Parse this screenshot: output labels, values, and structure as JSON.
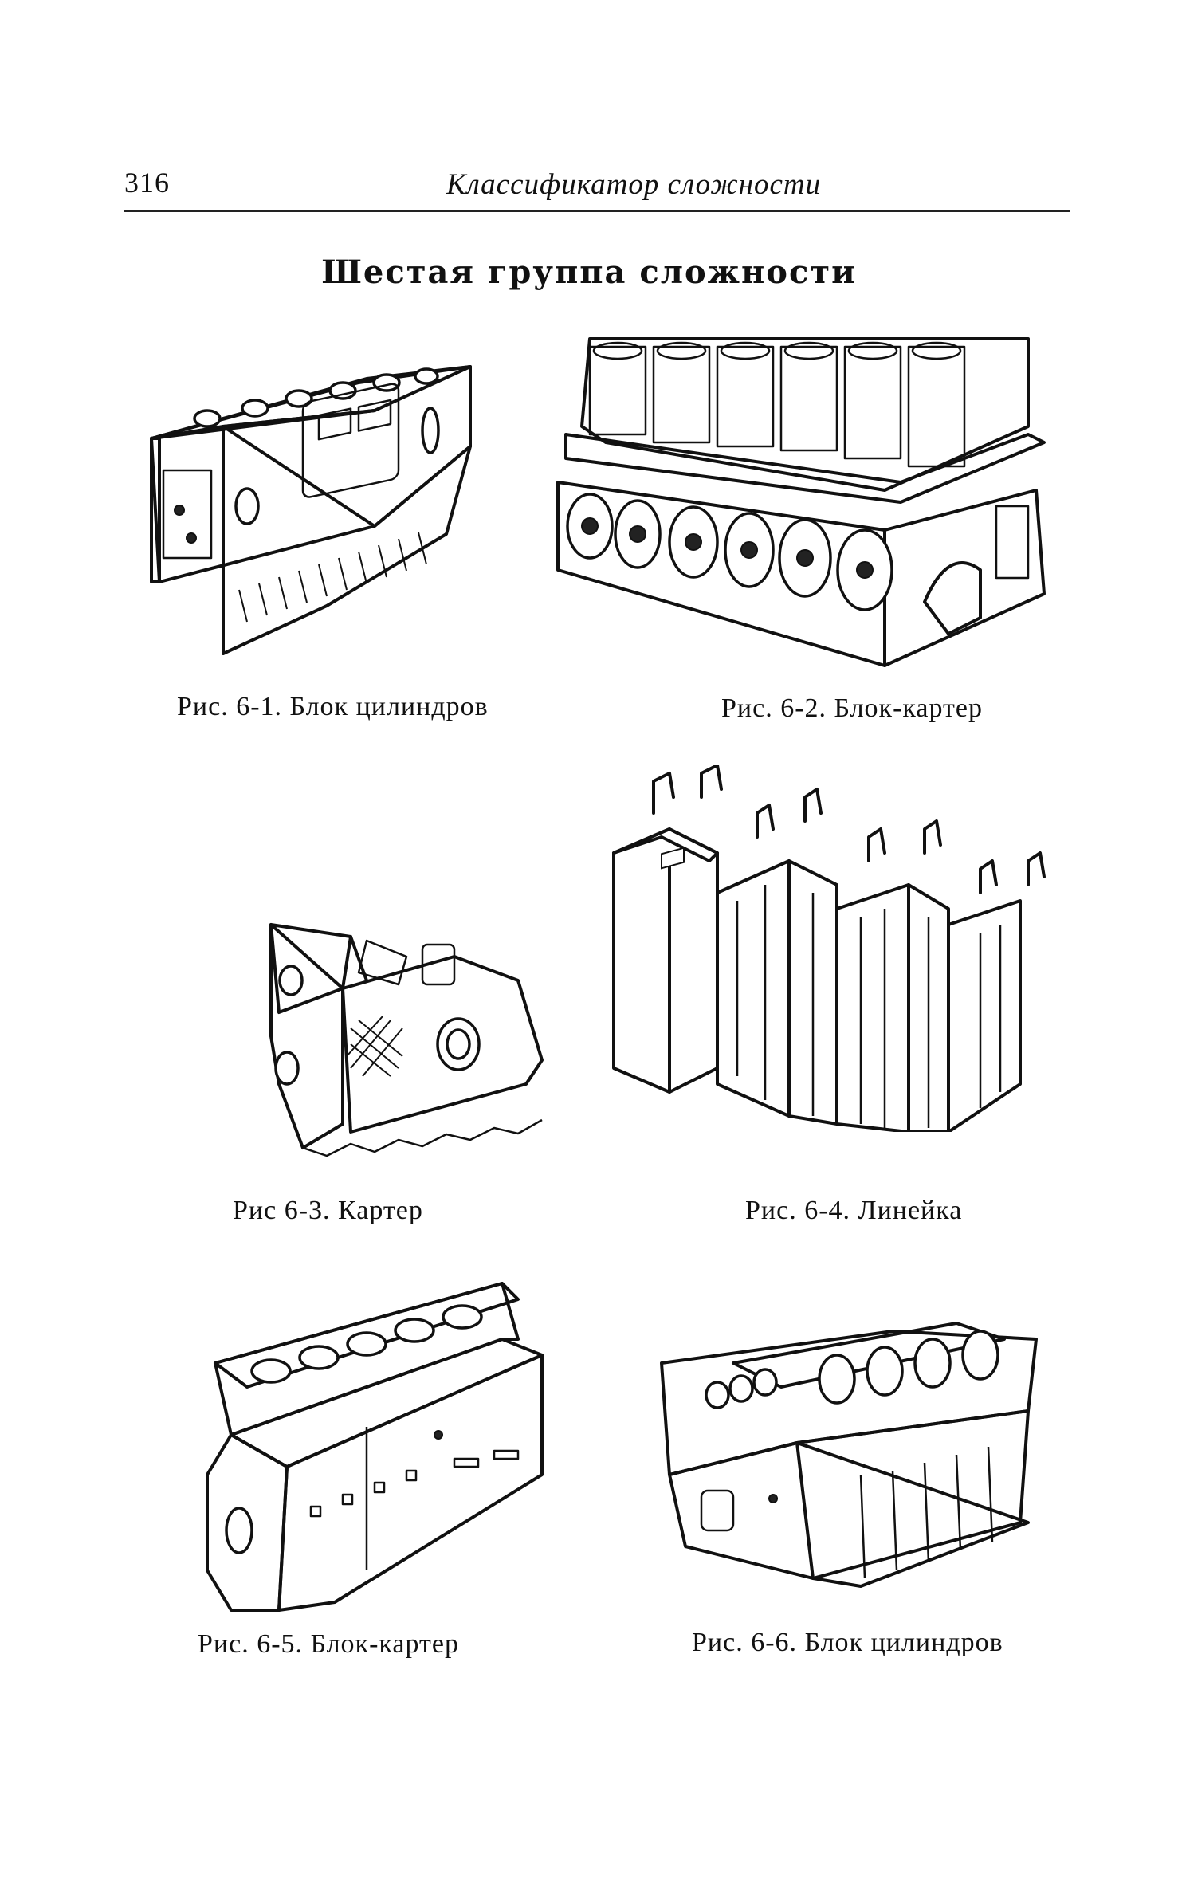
{
  "header": {
    "page_number": "316",
    "running_title": "Классификатор сложности"
  },
  "section_title": "Шестая группа сложности",
  "figures": [
    {
      "caption": "Рис. 6-1. Блок цилиндров"
    },
    {
      "caption": "Рис. 6-2. Блок-картер"
    },
    {
      "caption": "Рис 6-3. Картер"
    },
    {
      "caption": "Рис. 6-4. Линейка"
    },
    {
      "caption": "Рис. 6-5. Блок-картер"
    },
    {
      "caption": "Рис. 6-6. Блок цилиндров"
    }
  ]
}
